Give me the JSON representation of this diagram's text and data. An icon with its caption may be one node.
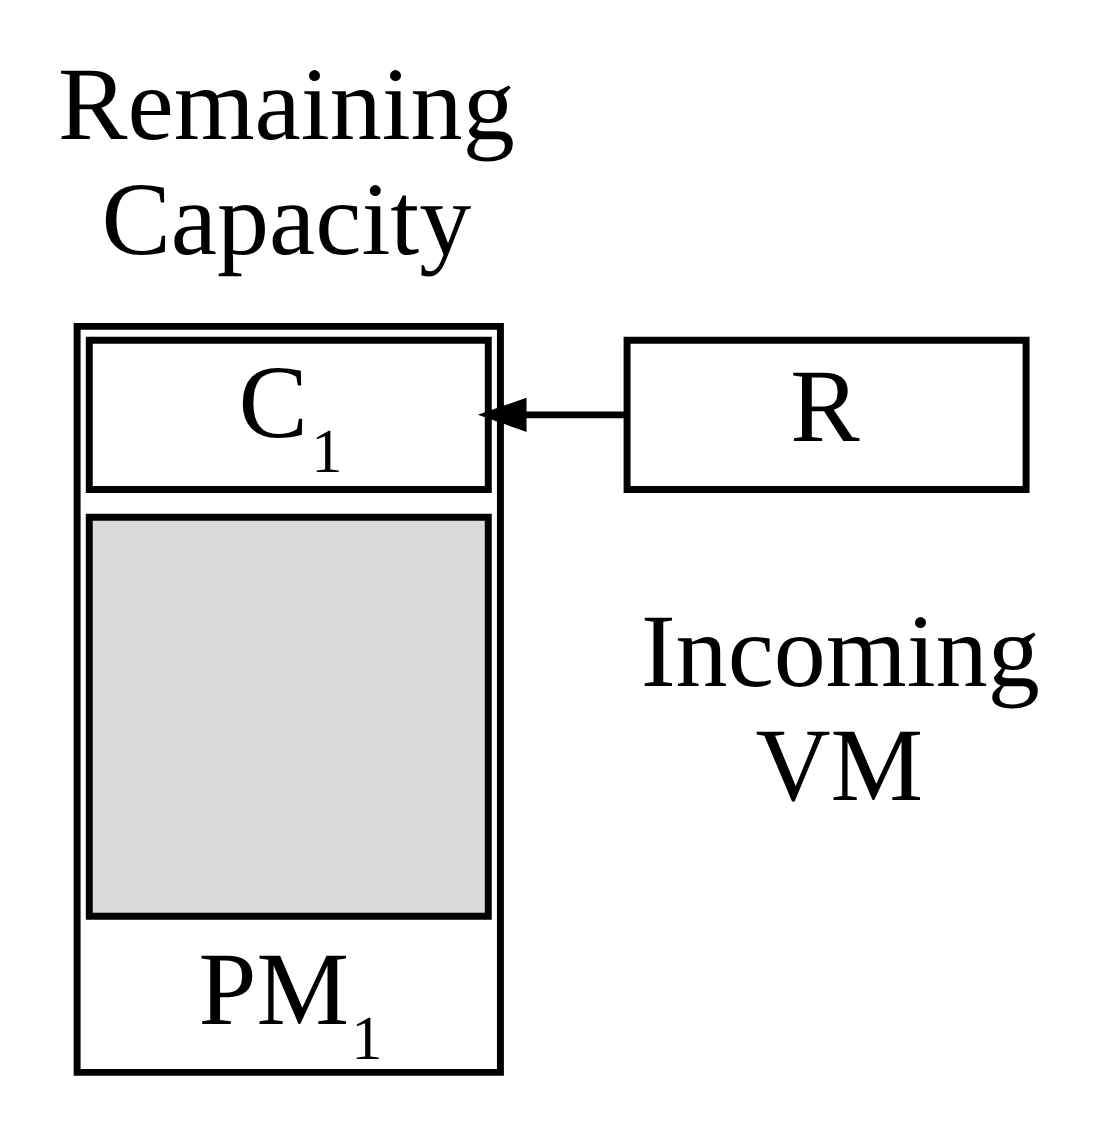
{
  "diagram": {
    "nodes": [
      {
        "text": [
          "PM$_{1}$"
        ]
      },
      {
        "text": [
          "C$_{1}$"
        ],
        "in": 0,
        "beside": [
          "Remaining Capacity"
        ]
      },
      {
        "text": [
          "R"
        ],
        "beside": [
          "Incoming VM"
        ]
      },
      {
        "text": [],
        "shape": "box",
        "in": 0
      }
    ],
    "edges": [
      {
        "from": 2,
        "to": 1,
        "arrow": "to"
      }
    ]
  }
}
